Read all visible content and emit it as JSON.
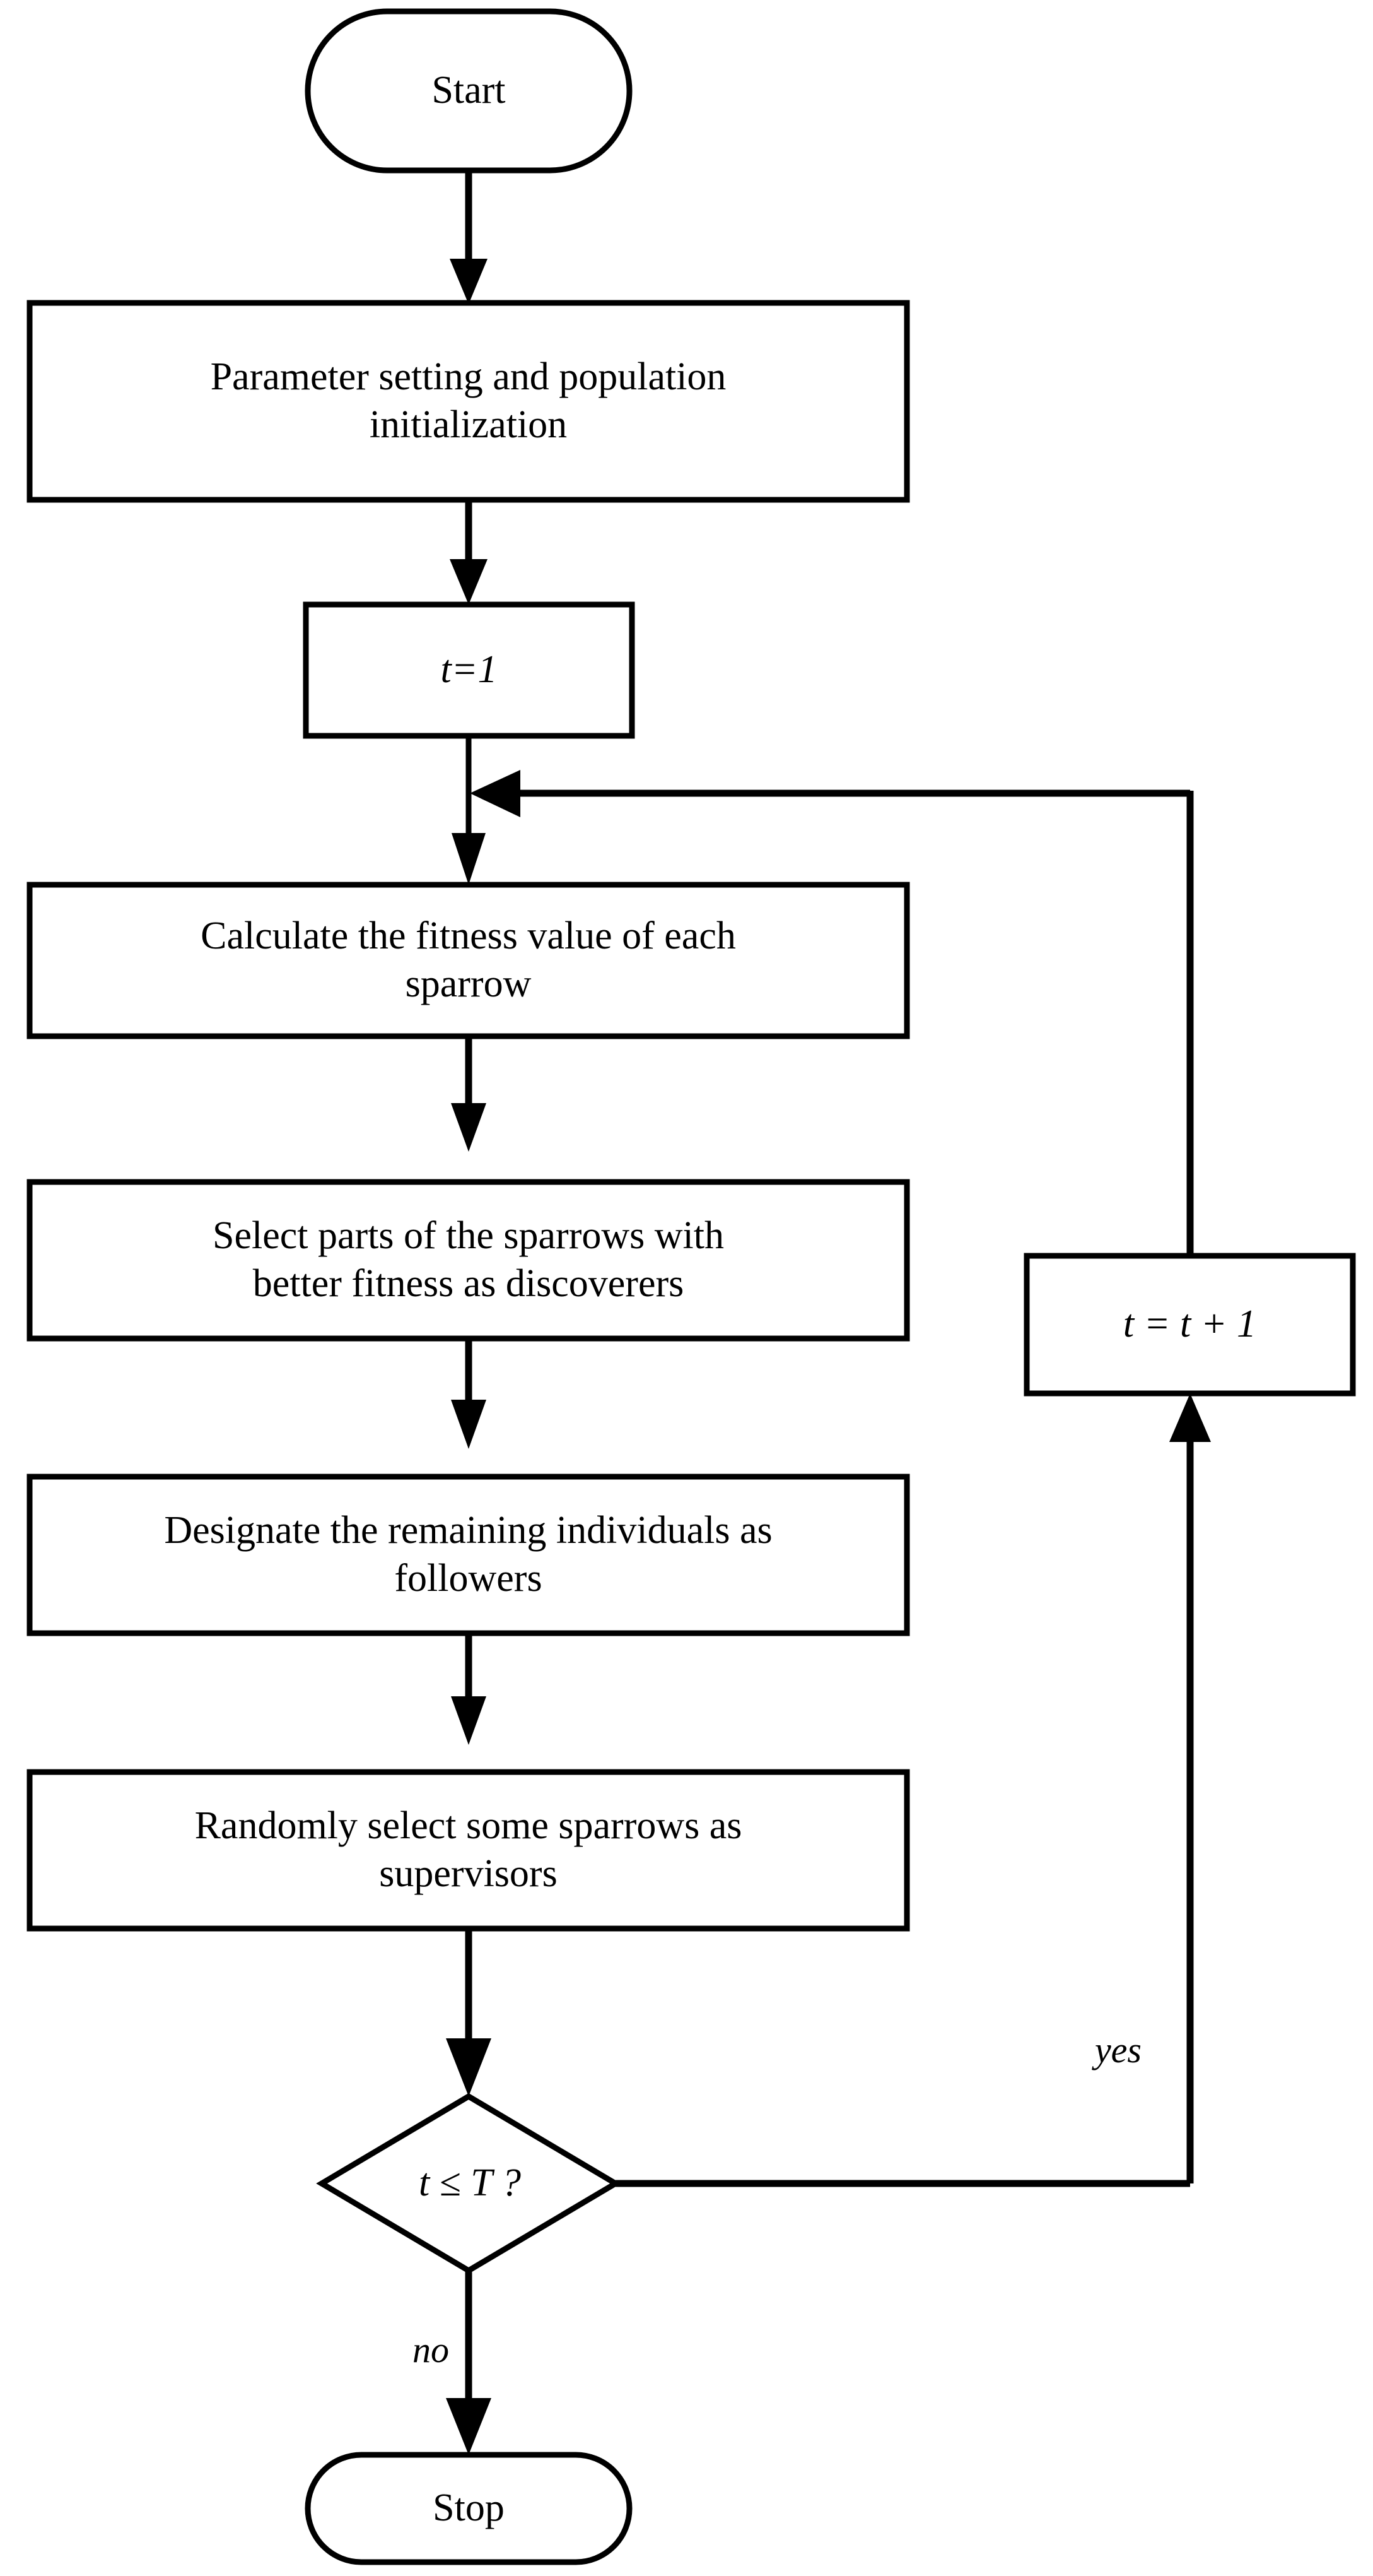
{
  "diagram": {
    "type": "flowchart",
    "title": "Sparrow Search Algorithm flowchart",
    "colors": {
      "background": "#ffffff",
      "stroke": "#000000",
      "fill": "#ffffff",
      "text": "#000000"
    },
    "nodes": [
      {
        "id": "start",
        "shape": "terminal",
        "label": "Start"
      },
      {
        "id": "init",
        "shape": "process",
        "label": "Parameter setting and population initialization",
        "lines": [
          "Parameter setting and population",
          "initialization"
        ]
      },
      {
        "id": "t-init",
        "shape": "process",
        "label": "t=1"
      },
      {
        "id": "fitness",
        "shape": "process",
        "label": "Calculate the fitness value of each sparrow",
        "lines": [
          "Calculate the fitness value of each",
          "sparrow"
        ]
      },
      {
        "id": "discoverers",
        "shape": "process",
        "label": "Select parts of the sparrows with better fitness as discoverers",
        "lines": [
          "Select parts of the sparrows with",
          "better fitness as discoverers"
        ]
      },
      {
        "id": "followers",
        "shape": "process",
        "label": "Designate the remaining individuals as followers",
        "lines": [
          "Designate the remaining individuals as",
          "followers"
        ]
      },
      {
        "id": "supervisors",
        "shape": "process",
        "label": "Randomly select some sparrows as supervisors",
        "lines": [
          "Randomly select some sparrows as",
          "supervisors"
        ]
      },
      {
        "id": "decision",
        "shape": "decision",
        "label": "t ≤ T ?"
      },
      {
        "id": "increment",
        "shape": "process",
        "label": "t = t + 1"
      },
      {
        "id": "stop",
        "shape": "terminal",
        "label": "Stop"
      }
    ],
    "edge_labels": {
      "yes": "yes",
      "no": "no"
    }
  }
}
